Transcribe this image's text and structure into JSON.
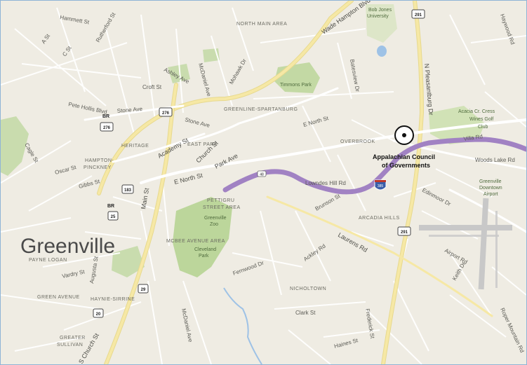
{
  "map": {
    "city": "Greenville",
    "poi": {
      "name_line1": "Appalachian Council",
      "name_line2": "of Governments"
    },
    "areas": [
      {
        "id": "north-main",
        "text": "NORTH MAIN AREA"
      },
      {
        "id": "greenline",
        "text": "GREENLINE-SPARTANBURG"
      },
      {
        "id": "heritage",
        "text": "HERITAGE"
      },
      {
        "id": "east-park",
        "text": "EAST PARK"
      },
      {
        "id": "hampton1",
        "text": "HAMPTON-"
      },
      {
        "id": "hampton2",
        "text": "PINCKNEY"
      },
      {
        "id": "overbrook",
        "text": "OVERBROOK"
      },
      {
        "id": "pettigru1",
        "text": "PETTIGRU"
      },
      {
        "id": "pettigru2",
        "text": "STREET AREA"
      },
      {
        "id": "mcbee",
        "text": "MCBEE AVENUE AREA"
      },
      {
        "id": "arcadia",
        "text": "ARCADIA HILLS"
      },
      {
        "id": "nicholtown",
        "text": "NICHOLTOWN"
      },
      {
        "id": "payne",
        "text": "PAYNE LOGAN"
      },
      {
        "id": "green-ave",
        "text": "GREEN AVENUE"
      },
      {
        "id": "haynie",
        "text": "HAYNIE-SIRRINE"
      },
      {
        "id": "greater1",
        "text": "GREATER"
      },
      {
        "id": "greater2",
        "text": "SULLIVAN"
      }
    ],
    "streets": [
      {
        "id": "hammett",
        "text": "Hammett St"
      },
      {
        "id": "a-st",
        "text": "A St"
      },
      {
        "id": "c-st",
        "text": "C St"
      },
      {
        "id": "rutherford",
        "text": "Rutherford St"
      },
      {
        "id": "ashley",
        "text": "Ashley Ave"
      },
      {
        "id": "mcdaniel-n",
        "text": "McDaniel Ave"
      },
      {
        "id": "mohawk",
        "text": "Mohawk Dr"
      },
      {
        "id": "croft",
        "text": "Croft St"
      },
      {
        "id": "stone1",
        "text": "Stone Ave"
      },
      {
        "id": "stone2",
        "text": "Stone Ave"
      },
      {
        "id": "pete-hollis",
        "text": "Pete Hollis Blvd"
      },
      {
        "id": "academy",
        "text": "Academy St"
      },
      {
        "id": "church",
        "text": "Church St"
      },
      {
        "id": "park-ave",
        "text": "Park Ave"
      },
      {
        "id": "e-north1",
        "text": "E North St"
      },
      {
        "id": "e-north2",
        "text": "E North St"
      },
      {
        "id": "lowndes",
        "text": "Lowndes Hill Rd"
      },
      {
        "id": "wade",
        "text": "Wade Hampton Blvd"
      },
      {
        "id": "n-pleasantburg",
        "text": "N Pleasantburg Dr"
      },
      {
        "id": "woods-lake",
        "text": "Woods Lake Rd"
      },
      {
        "id": "villa",
        "text": "Villa Rd"
      },
      {
        "id": "haywood",
        "text": "Haywood Rd"
      },
      {
        "id": "batesview",
        "text": "Batesview Dr"
      },
      {
        "id": "laurens",
        "text": "Laurens Rd"
      },
      {
        "id": "ackley",
        "text": "Ackley Rd"
      },
      {
        "id": "clark",
        "text": "Clark St"
      },
      {
        "id": "fernwood",
        "text": "Fernwood Dr"
      },
      {
        "id": "vardry",
        "text": "Vardry St"
      },
      {
        "id": "augusta",
        "text": "Augusta St"
      },
      {
        "id": "s-church",
        "text": "S Church St"
      },
      {
        "id": "main",
        "text": "Main St"
      },
      {
        "id": "gibbs",
        "text": "Gibbs St"
      },
      {
        "id": "oscar",
        "text": "Oscar St"
      },
      {
        "id": "cagle",
        "text": "Cagle St"
      },
      {
        "id": "mcdaniel-s",
        "text": "McDaniel Ave"
      },
      {
        "id": "brunson",
        "text": "Brunson St"
      },
      {
        "id": "airport-rd",
        "text": "Airport Rd"
      },
      {
        "id": "keith",
        "text": "Keith Dr"
      },
      {
        "id": "frederick",
        "text": "Frederick St"
      },
      {
        "id": "haines",
        "text": "Haines St"
      },
      {
        "id": "edinmoor",
        "text": "Edinmoor Dr"
      },
      {
        "id": "roper",
        "text": "Roper Mountain Rd"
      }
    ],
    "parks": [
      {
        "id": "timmons",
        "text": "Timmons Park"
      },
      {
        "id": "zoo1",
        "text": "Greenville"
      },
      {
        "id": "zoo2",
        "text": "Zoo"
      },
      {
        "id": "cleveland1",
        "text": "Cleveland"
      },
      {
        "id": "cleveland2",
        "text": "Park"
      },
      {
        "id": "bju1",
        "text": "Bob Jones"
      },
      {
        "id": "bju2",
        "text": "University"
      },
      {
        "id": "golf1",
        "text": "Acacia Cr. Cress"
      },
      {
        "id": "golf2",
        "text": "Wines Golf"
      },
      {
        "id": "golf3",
        "text": "Club"
      },
      {
        "id": "airport1",
        "text": "Greenville"
      },
      {
        "id": "airport2",
        "text": "Downtown"
      },
      {
        "id": "airport3",
        "text": "Airport"
      }
    ],
    "shields": [
      {
        "id": "us291-top",
        "text": "291"
      },
      {
        "id": "us291-bot",
        "text": "291"
      },
      {
        "id": "us276a",
        "text": "276"
      },
      {
        "id": "us276b",
        "text": "276"
      },
      {
        "id": "br-276",
        "text": "BR"
      },
      {
        "id": "br-25",
        "text": "BR"
      },
      {
        "id": "sc183",
        "text": "183"
      },
      {
        "id": "us25",
        "text": "25"
      },
      {
        "id": "us29",
        "text": "29"
      },
      {
        "id": "us20",
        "text": "20"
      },
      {
        "id": "i385",
        "text": "385"
      },
      {
        "id": "sc48",
        "text": "48"
      }
    ],
    "colors": {
      "land": "#efece3",
      "park": "#c3d9a4",
      "road_major": "#f6e8a5",
      "route": "#a182c3",
      "water": "#9ec2e6"
    }
  }
}
